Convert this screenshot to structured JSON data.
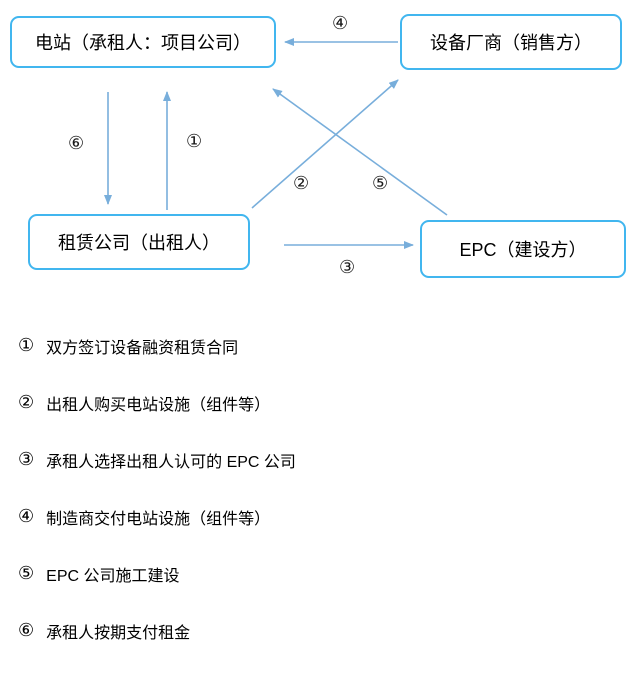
{
  "diagram": {
    "nodes": {
      "power_station": "电站（承租人：项目公司）",
      "equipment_vendor": "设备厂商（销售方）",
      "leasing_company": "租赁公司（出租人）",
      "epc": "EPC（建设方）"
    },
    "arrow_labels": {
      "n1": "①",
      "n2": "②",
      "n3": "③",
      "n4": "④",
      "n5": "⑤",
      "n6": "⑥"
    }
  },
  "legend": {
    "items": [
      {
        "num": "①",
        "text": "双方签订设备融资租赁合同"
      },
      {
        "num": "②",
        "text": "出租人购买电站设施（组件等）"
      },
      {
        "num": "③",
        "text": "承租人选择出租人认可的 EPC 公司"
      },
      {
        "num": "④",
        "text": "制造商交付电站设施（组件等）"
      },
      {
        "num": "⑤",
        "text": "EPC 公司施工建设"
      },
      {
        "num": "⑥",
        "text": "承租人按期支付租金"
      }
    ]
  },
  "colors": {
    "box_border": "#41b6ef",
    "arrow": "#78aedb",
    "text": "#000000"
  }
}
